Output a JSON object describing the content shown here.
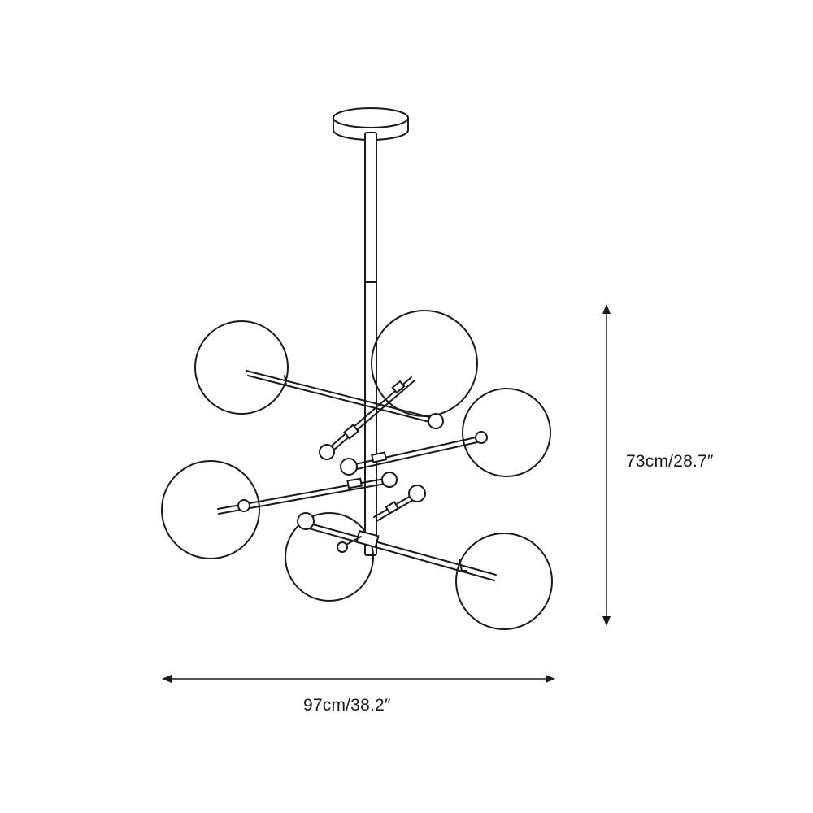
{
  "dimensions": {
    "height_label": "73cm/28.7″",
    "width_label": "97cm/38.2″"
  },
  "style": {
    "line_color": "#1a1a1a",
    "background": "#ffffff"
  },
  "fixture": {
    "globe_count": 6,
    "icon": "pendant-chandelier-icon"
  }
}
